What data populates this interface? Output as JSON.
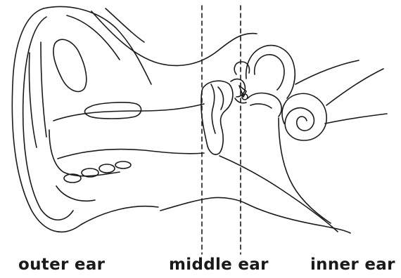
{
  "labels": {
    "outer": "outer ear",
    "middle": "middle ear",
    "inner": "inner ear"
  },
  "colors": {
    "line": "#1a1a1a",
    "background": "#ffffff"
  }
}
